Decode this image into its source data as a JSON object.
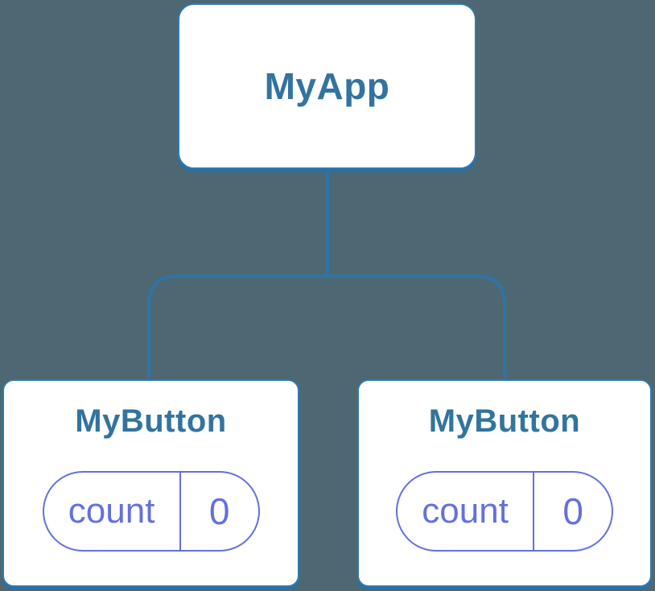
{
  "diagram": {
    "description": "React component tree with shared component reuse and independent state",
    "root": {
      "label": "MyApp"
    },
    "children": [
      {
        "label": "MyButton",
        "state": {
          "name": "count",
          "value": "0"
        }
      },
      {
        "label": "MyButton",
        "state": {
          "name": "count",
          "value": "0"
        }
      }
    ]
  },
  "colors": {
    "background": "#4d6872",
    "node_fill": "#ffffff",
    "node_border": "#3179ab",
    "node_shadow": "#2b6fa3",
    "node_label": "#33739f",
    "connector": "#2e74a6",
    "state_accent": "#6470dd"
  }
}
